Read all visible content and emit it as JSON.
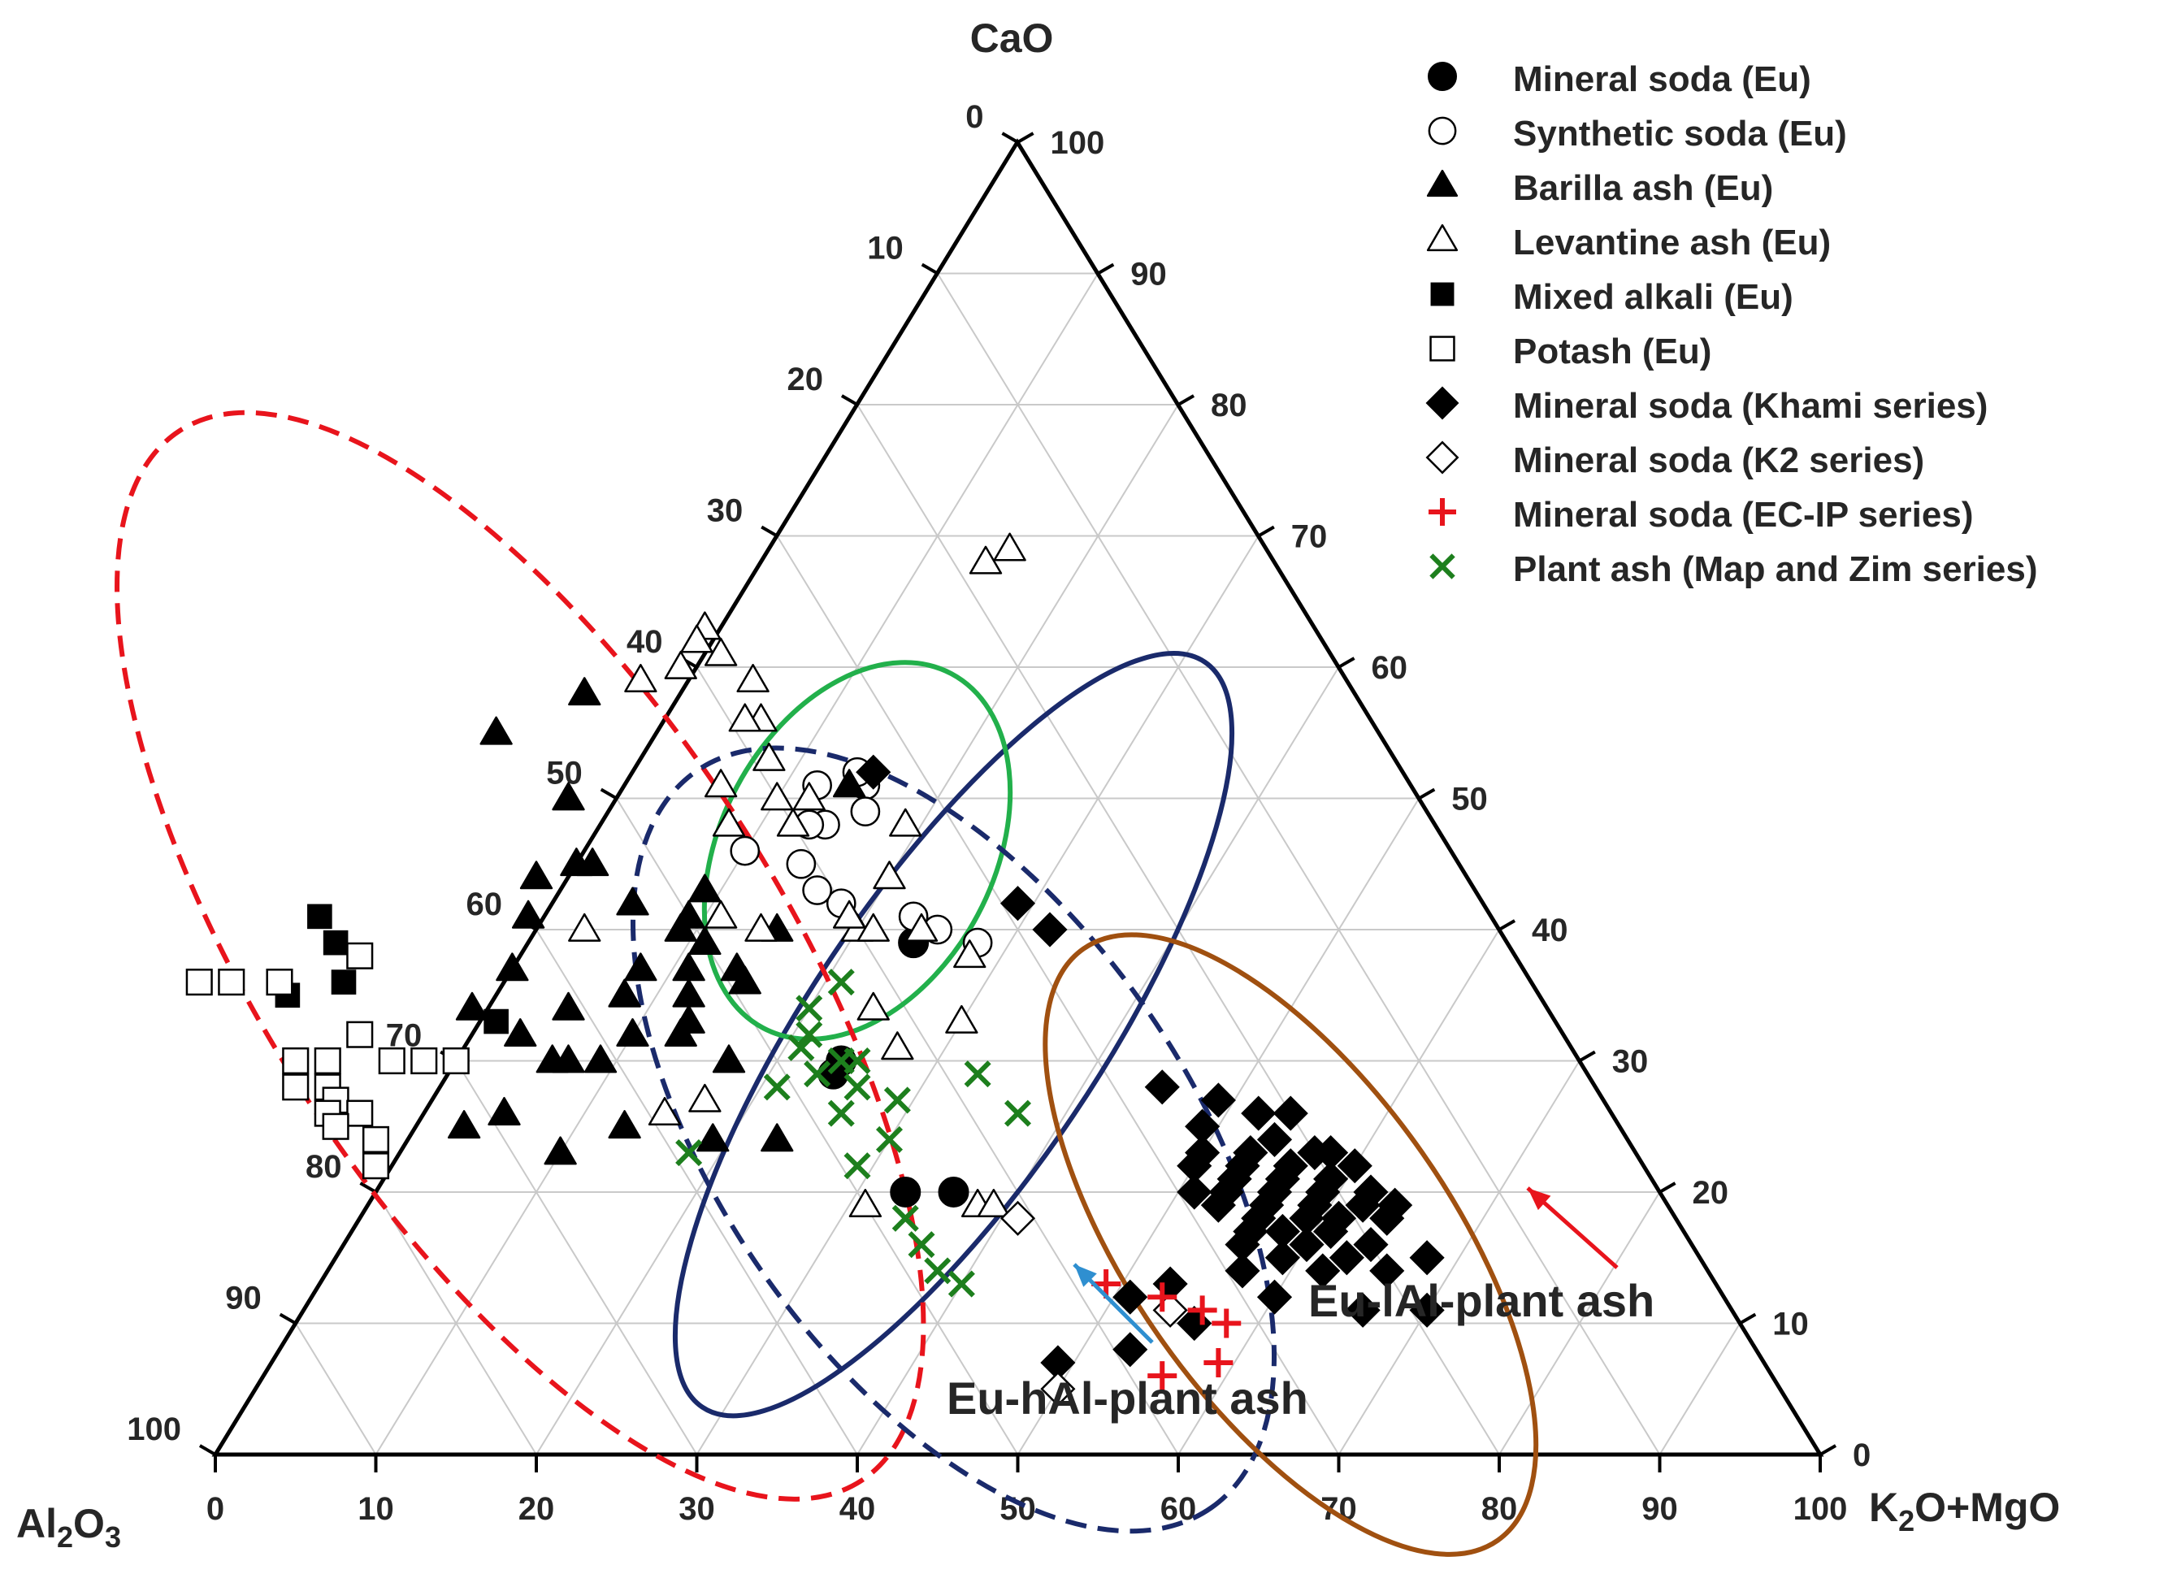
{
  "chart_data": {
    "type": "ternary-scatter",
    "axes": {
      "top": {
        "label": "CaO",
        "ticks": [
          "0",
          "10",
          "20",
          "30",
          "40",
          "50",
          "60",
          "70",
          "80",
          "90",
          "100"
        ]
      },
      "left": {
        "label_main": "Al",
        "label_sub1": "2",
        "label_mid": "O",
        "label_sub2": "3",
        "ticks": [
          "0",
          "10",
          "20",
          "30",
          "40",
          "50",
          "60",
          "70",
          "80",
          "90",
          "100"
        ]
      },
      "right": {
        "label_main": "K",
        "label_sub1": "2",
        "label_mid": "O+MgO",
        "ticks": [
          "0",
          "10",
          "20",
          "30",
          "40",
          "50",
          "60",
          "70",
          "80",
          "90",
          "100"
        ]
      }
    },
    "grid": true,
    "legend_position": "top-right",
    "series": [
      {
        "name": "Mineral soda (Eu)",
        "marker": "circle-filled",
        "color": "#000000",
        "points": [
          [
            20,
            44,
            36
          ],
          [
            20,
            47,
            33
          ],
          [
            29,
            47,
            24
          ],
          [
            30,
            46,
            24
          ],
          [
            39,
            37,
            24
          ]
        ]
      },
      {
        "name": "Synthetic soda (Eu)",
        "marker": "circle-open",
        "color": "#000000",
        "points": [
          [
            51,
            34,
            15
          ],
          [
            52,
            34,
            14
          ],
          [
            49,
            35,
            16
          ],
          [
            51,
            37,
            12
          ],
          [
            48,
            38,
            14
          ],
          [
            48,
            39,
            13
          ],
          [
            42,
            40,
            18
          ],
          [
            45,
            41,
            14
          ],
          [
            43,
            41,
            16
          ],
          [
            46,
            44,
            10
          ],
          [
            40,
            35,
            25
          ],
          [
            41,
            36,
            23
          ],
          [
            39,
            33,
            28
          ]
        ]
      },
      {
        "name": "Barilla ash (Eu)",
        "marker": "triangle-filled",
        "color": "#000000",
        "points": [
          [
            51,
            35,
            14
          ],
          [
            58,
            48,
            -6
          ],
          [
            55,
            55,
            -10
          ],
          [
            41,
            50,
            9
          ],
          [
            50,
            53,
            -3
          ],
          [
            43,
            48,
            9
          ],
          [
            45,
            55,
            0
          ],
          [
            45,
            54,
            1
          ],
          [
            44,
            58,
            -2
          ],
          [
            42,
            53,
            5
          ],
          [
            40,
            51,
            9
          ],
          [
            39,
            50,
            11
          ],
          [
            37,
            49,
            14
          ],
          [
            37,
            52,
            11
          ],
          [
            37,
            55,
            8
          ],
          [
            35,
            57,
            8
          ],
          [
            35,
            53,
            12
          ],
          [
            35,
            57,
            8
          ],
          [
            33,
            54,
            13
          ],
          [
            32,
            55,
            13
          ],
          [
            30,
            53,
            17
          ],
          [
            32,
            58,
            10
          ],
          [
            32,
            65,
            3
          ],
          [
            30,
            64,
            6
          ],
          [
            30,
            61,
            9
          ],
          [
            36,
            49,
            15
          ],
          [
            24,
            53,
            23
          ],
          [
            40,
            45,
            15
          ],
          [
            41,
            60,
            -1
          ],
          [
            37,
            63,
            0
          ],
          [
            34,
            61,
            5
          ],
          [
            34,
            67,
            -1
          ],
          [
            30,
            63,
            7
          ],
          [
            25,
            62,
            13
          ],
          [
            26,
            69,
            5
          ],
          [
            25,
            72,
            3
          ],
          [
            23,
            67,
            10
          ],
          [
            24,
            57,
            19
          ]
        ]
      },
      {
        "name": "Levantine ash (Eu)",
        "marker": "triangle-open",
        "color": "#000000",
        "points": [
          [
            69,
            16,
            15
          ],
          [
            68,
            18,
            14
          ],
          [
            63,
            38,
            -1
          ],
          [
            62,
            39,
            -1
          ],
          [
            61,
            38,
            1
          ],
          [
            60,
            41,
            -1
          ],
          [
            59,
            37,
            4
          ],
          [
            59,
            44,
            -3
          ],
          [
            56,
            38,
            6
          ],
          [
            56,
            39,
            5
          ],
          [
            53,
            39,
            8
          ],
          [
            51,
            43,
            6
          ],
          [
            50,
            40,
            10
          ],
          [
            48,
            44,
            8
          ],
          [
            48,
            40,
            12
          ],
          [
            50,
            38,
            12
          ],
          [
            48,
            33,
            19
          ],
          [
            44,
            36,
            20
          ],
          [
            40,
            36,
            24
          ],
          [
            40,
            40,
            20
          ],
          [
            40,
            39,
            21
          ],
          [
            41,
            48,
            11
          ],
          [
            40,
            57,
            3
          ],
          [
            40,
            46,
            14
          ],
          [
            41,
            40,
            19
          ],
          [
            34,
            42,
            24
          ],
          [
            31,
            42,
            27
          ],
          [
            27,
            56,
            17
          ],
          [
            26,
            59,
            15
          ],
          [
            19,
            43,
            38
          ],
          [
            19,
            50,
            31
          ],
          [
            19,
            42,
            39
          ],
          [
            38,
            34,
            28
          ],
          [
            33,
            37,
            30
          ]
        ]
      },
      {
        "name": "Mixed alkali (Eu)",
        "marker": "square-filled",
        "color": "#000000",
        "points": [
          [
            41,
            73,
            -14
          ],
          [
            39,
            73,
            -12
          ],
          [
            36,
            74,
            -10
          ],
          [
            35,
            78,
            -13
          ],
          [
            33,
            66,
            1
          ]
        ]
      },
      {
        "name": "Potash (Eu)",
        "marker": "square-open",
        "color": "#000000",
        "points": [
          [
            38,
            72,
            -10
          ],
          [
            36,
            81,
            -17
          ],
          [
            36,
            78,
            -14
          ],
          [
            36,
            83,
            -19
          ],
          [
            32,
            75,
            -7
          ],
          [
            30,
            70,
            0
          ],
          [
            30,
            72,
            -2
          ],
          [
            30,
            74,
            -4
          ],
          [
            30,
            78,
            -8
          ],
          [
            30,
            80,
            -10
          ],
          [
            28,
            79,
            -7
          ],
          [
            28,
            81,
            -9
          ],
          [
            27,
            79,
            -6
          ],
          [
            26,
            78,
            -4
          ],
          [
            26,
            80,
            -6
          ],
          [
            25,
            80,
            -5
          ],
          [
            24,
            78,
            -2
          ],
          [
            22,
            79,
            -1
          ]
        ]
      },
      {
        "name": "Mineral soda (Khami series)",
        "marker": "diamond-filled",
        "color": "#000000",
        "points": [
          [
            52,
            33,
            15
          ],
          [
            42,
            29,
            29
          ],
          [
            40,
            28,
            32
          ],
          [
            28,
            27,
            45
          ],
          [
            27,
            24,
            49
          ],
          [
            26,
            22,
            52
          ],
          [
            26,
            20,
            54
          ],
          [
            25,
            26,
            49
          ],
          [
            24,
            22,
            54
          ],
          [
            23,
            19,
            58
          ],
          [
            23,
            20,
            57
          ],
          [
            23,
            24,
            53
          ],
          [
            23,
            27,
            50
          ],
          [
            22,
            18,
            60
          ],
          [
            22,
            22,
            56
          ],
          [
            22,
            25,
            53
          ],
          [
            22,
            28,
            50
          ],
          [
            21,
            20,
            59
          ],
          [
            21,
            23,
            56
          ],
          [
            21,
            26,
            53
          ],
          [
            20,
            18,
            62
          ],
          [
            20,
            21,
            59
          ],
          [
            20,
            24,
            56
          ],
          [
            20,
            27,
            53
          ],
          [
            20,
            29,
            51
          ],
          [
            19,
            17,
            64
          ],
          [
            19,
            19,
            62
          ],
          [
            19,
            22,
            59
          ],
          [
            19,
            25,
            56
          ],
          [
            19,
            28,
            53
          ],
          [
            18,
            18,
            64
          ],
          [
            18,
            21,
            61
          ],
          [
            18,
            23,
            59
          ],
          [
            18,
            26,
            56
          ],
          [
            17,
            22,
            61
          ],
          [
            17,
            25,
            58
          ],
          [
            17,
            27,
            56
          ],
          [
            16,
            20,
            64
          ],
          [
            16,
            24,
            60
          ],
          [
            16,
            28,
            56
          ],
          [
            15,
            17,
            68
          ],
          [
            15,
            22,
            63
          ],
          [
            15,
            26,
            59
          ],
          [
            14,
            20,
            66
          ],
          [
            14,
            24,
            62
          ],
          [
            14,
            29,
            57
          ],
          [
            13,
            34,
            53
          ],
          [
            12,
            28,
            60
          ],
          [
            12,
            37,
            51
          ],
          [
            11,
            19,
            70
          ],
          [
            11,
            23,
            66
          ],
          [
            10,
            34,
            56
          ],
          [
            8,
            39,
            53
          ],
          [
            7,
            44,
            49
          ]
        ]
      },
      {
        "name": "Mineral soda (K2 series)",
        "marker": "diamond-open",
        "color": "#000000",
        "points": [
          [
            18,
            41,
            41
          ],
          [
            11,
            35,
            54
          ],
          [
            5,
            45,
            50
          ]
        ]
      },
      {
        "name": "Mineral soda (EC-IP series)",
        "marker": "plus",
        "color": "#e8141c",
        "points": [
          [
            13,
            38,
            49
          ],
          [
            12,
            35,
            53
          ],
          [
            11,
            33,
            56
          ],
          [
            10,
            32,
            58
          ],
          [
            7,
            34,
            59
          ],
          [
            6,
            38,
            56
          ]
        ]
      },
      {
        "name": "Plant ash (Map and Zim series)",
        "marker": "cross",
        "color": "#1d7f1d",
        "points": [
          [
            36,
            43,
            21
          ],
          [
            34,
            46,
            20
          ],
          [
            32,
            47,
            21
          ],
          [
            31,
            48,
            21
          ],
          [
            30,
            45,
            25
          ],
          [
            30,
            46,
            24
          ],
          [
            29,
            38,
            33
          ],
          [
            29,
            48,
            23
          ],
          [
            28,
            46,
            26
          ],
          [
            28,
            51,
            21
          ],
          [
            27,
            44,
            29
          ],
          [
            26,
            48,
            26
          ],
          [
            26,
            37,
            37
          ],
          [
            24,
            46,
            30
          ],
          [
            23,
            59,
            18
          ],
          [
            22,
            49,
            29
          ],
          [
            18,
            48,
            34
          ],
          [
            16,
            48,
            36
          ],
          [
            14,
            48,
            38
          ],
          [
            13,
            47,
            40
          ]
        ]
      }
    ],
    "ellipses": [
      {
        "color": "#1a2a6b",
        "style": "solid",
        "center": [
          32,
          38,
          30
        ],
        "rx_data": 0.28,
        "ry_data": 0.09,
        "angle_deg": -56
      },
      {
        "color": "#22b04b",
        "style": "solid",
        "center": [
          46,
          37,
          17
        ],
        "rx_data": 0.125,
        "ry_data": 0.085,
        "angle_deg": -62
      },
      {
        "color": "#e8141c",
        "style": "dashed",
        "center": [
          38,
          62,
          0
        ],
        "rx_data": 0.39,
        "ry_data": 0.16,
        "angle_deg": 57
      },
      {
        "color": "#1a2a6b",
        "style": "dashed",
        "center": [
          24,
          42,
          34
        ],
        "rx_data": 0.28,
        "ry_data": 0.145,
        "angle_deg": 55
      },
      {
        "color": "#a05010",
        "style": "solid",
        "center": [
          16,
          25,
          59
        ],
        "rx_data": 0.225,
        "ry_data": 0.1,
        "angle_deg": 55
      }
    ],
    "annotations": [
      {
        "text": "Eu-lAl-plant ash",
        "color": "#262626",
        "arrow_color": "#e8141c"
      },
      {
        "text": "Eu-hAl-plant ash",
        "color": "#262626",
        "arrow_color": "#2f8fd0"
      }
    ]
  }
}
